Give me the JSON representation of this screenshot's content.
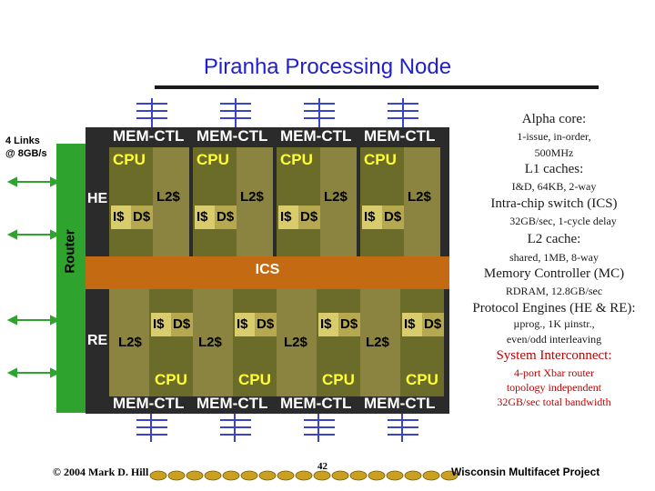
{
  "title": "Piranha Processing Node",
  "links_label": [
    "4 Links",
    "@ 8GB/s"
  ],
  "router_label": "Router",
  "he_label": "HE",
  "re_label": "RE",
  "ics_label": "ICS",
  "top": {
    "mem_ctl": [
      "MEM-CTL",
      "MEM-CTL",
      "MEM-CTL",
      "MEM-CTL"
    ],
    "cpu": [
      "CPU",
      "CPU",
      "CPU",
      "CPU"
    ],
    "l2": [
      "L2$",
      "L2$",
      "L2$",
      "L2$"
    ],
    "icache": [
      "I$",
      "I$",
      "I$",
      "I$"
    ],
    "dcache": [
      "D$",
      "D$",
      "D$",
      "D$"
    ]
  },
  "bottom": {
    "mem_ctl": [
      "MEM-CTL",
      "MEM-CTL",
      "MEM-CTL",
      "MEM-CTL"
    ],
    "cpu": [
      "CPU",
      "CPU",
      "CPU",
      "CPU"
    ],
    "l2": [
      "L2$",
      "L2$",
      "L2$",
      "L2$"
    ],
    "icache": [
      "I$",
      "I$",
      "I$",
      "I$"
    ],
    "dcache": [
      "D$",
      "D$",
      "D$",
      "D$"
    ]
  },
  "notes": {
    "alpha_core": "Alpha core:",
    "alpha_detail1": "1-issue, in-order,",
    "alpha_detail2": "500MHz",
    "l1": "L1 caches:",
    "l1_detail": "I&D, 64KB, 2-way",
    "ics": "Intra-chip switch (ICS)",
    "ics_detail": "32GB/sec, 1-cycle delay",
    "l2": "L2 cache:",
    "l2_detail": "shared, 1MB, 8-way",
    "memctl": "Memory Controller (MC)",
    "memctl_detail": "RDRAM, 12.8GB/sec",
    "pe": "Protocol Engines (HE & RE):",
    "pe_detail1": "µprog., 1K µinstr.,",
    "pe_detail2": "even/odd interleaving",
    "si": "System Interconnect:",
    "si_detail1": "4-port Xbar router",
    "si_detail2": "topology independent",
    "si_detail3": "32GB/sec total bandwidth"
  },
  "footer": {
    "copyright": "© 2004 Mark D. Hill",
    "page": "42",
    "project": "Wisconsin Multifacet Project"
  },
  "colors": {
    "router": "#2ea32e",
    "chip": "#2b2b2b",
    "cpu_column": "#6b6b2a",
    "l2_column": "#8a8440",
    "cache_light": "#d9cc6c",
    "ics_bar": "#c46a12",
    "bus": "#3a44c8"
  }
}
